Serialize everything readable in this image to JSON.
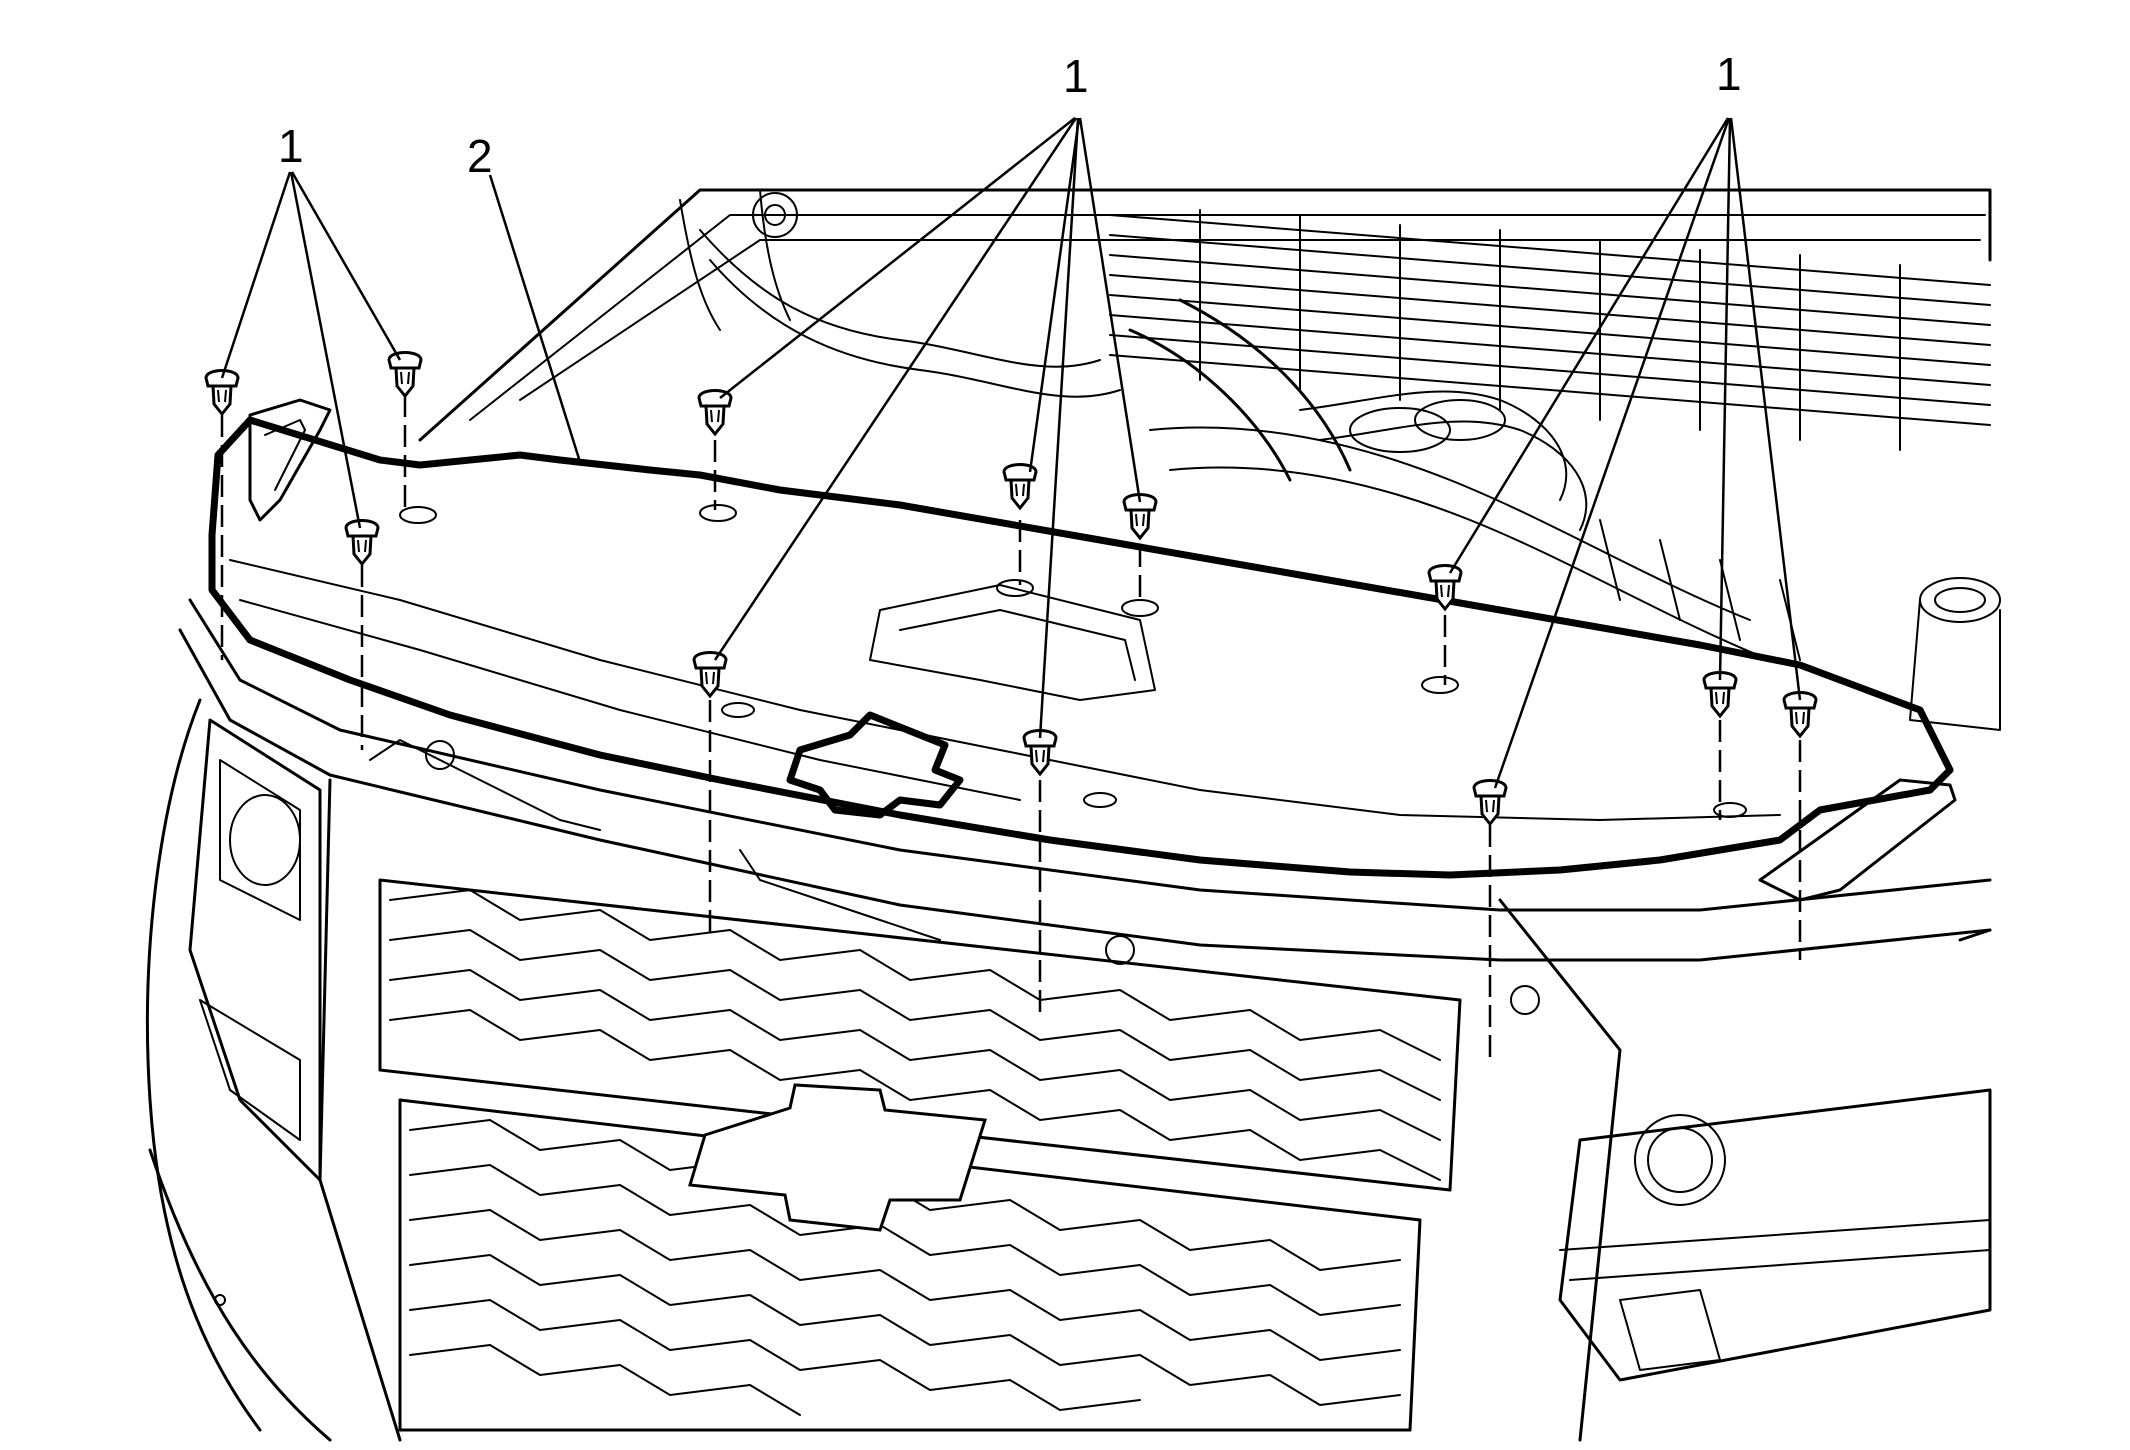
{
  "callouts": {
    "fastener_left": "1",
    "fastener_center": "1",
    "fastener_right": "1",
    "panel": "2"
  },
  "parts": [
    {
      "callout": "1",
      "icon": "push-pin-retainer-icon"
    },
    {
      "callout": "2",
      "icon": "radiator-upper-air-baffle-panel-icon"
    }
  ]
}
